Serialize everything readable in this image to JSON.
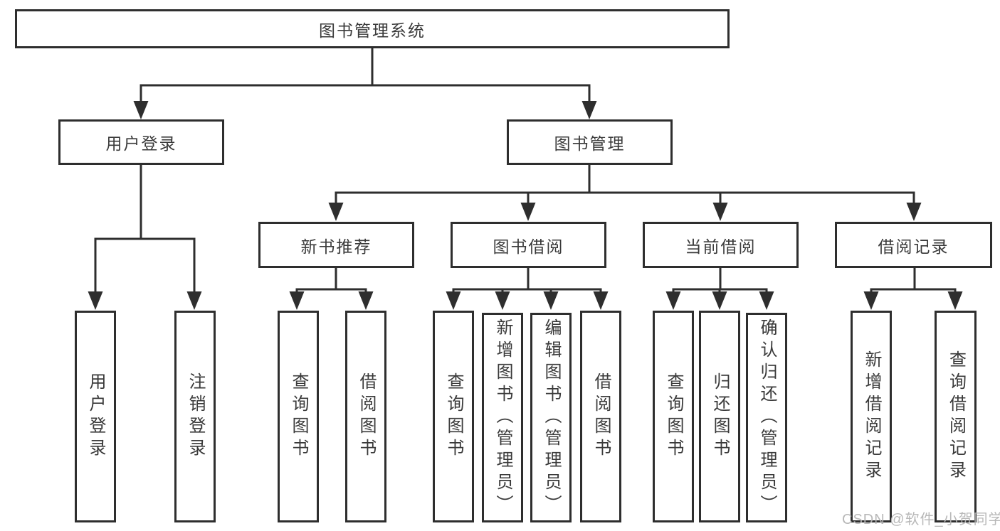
{
  "diagram": {
    "root": {
      "label": "图书管理系统"
    },
    "branches": [
      {
        "label": "用户登录",
        "children": [
          {
            "label": "用户登录"
          },
          {
            "label": "注销登录"
          }
        ]
      },
      {
        "label": "图书管理",
        "children": [
          {
            "label": "新书推荐",
            "children": [
              {
                "label": "查询图书"
              },
              {
                "label": "借阅图书"
              }
            ]
          },
          {
            "label": "图书借阅",
            "children": [
              {
                "label": "查询图书"
              },
              {
                "label": "新增图书（管理员）"
              },
              {
                "label": "编辑图书（管理员）"
              },
              {
                "label": "借阅图书"
              }
            ]
          },
          {
            "label": "当前借阅",
            "children": [
              {
                "label": "查询图书"
              },
              {
                "label": "归还图书"
              },
              {
                "label": "确认归还（管理员）"
              }
            ]
          },
          {
            "label": "借阅记录",
            "children": [
              {
                "label": "新增借阅记录"
              },
              {
                "label": "查询借阅记录"
              }
            ]
          }
        ]
      }
    ]
  },
  "watermark": {
    "text": "CSDN @软件_小贺同学"
  },
  "colors": {
    "line": "#2e2e2e",
    "box_border": "#2e2e2e",
    "text": "#3a3a3a",
    "watermark": "#b5b5b5",
    "background": "#ffffff"
  }
}
